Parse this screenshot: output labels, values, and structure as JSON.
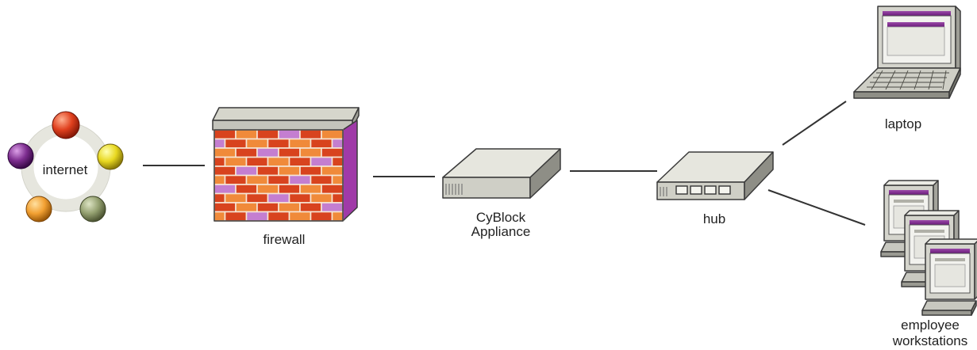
{
  "nodes": {
    "internet": {
      "label": "internet"
    },
    "firewall": {
      "label": "firewall"
    },
    "cyblock": {
      "label_line1": "CyBlock",
      "label_line2": "Appliance"
    },
    "hub": {
      "label": "hub"
    },
    "laptop": {
      "label": "laptop"
    },
    "workstations": {
      "label_line1": "employee",
      "label_line2": "workstations"
    }
  },
  "colors": {
    "internet_ring": "#e4e4dc",
    "node_red": "#d8321a",
    "node_yellow": "#e6d81e",
    "node_olive": "#8f9a6a",
    "node_orange": "#f0a032",
    "node_purple": "#7a2a8c",
    "brick_red": "#d8431e",
    "brick_orange": "#f08a3a",
    "brick_purple": "#c47ed0",
    "device_gray": "#dcdcd4",
    "screen_bar": "#8a3a96"
  }
}
